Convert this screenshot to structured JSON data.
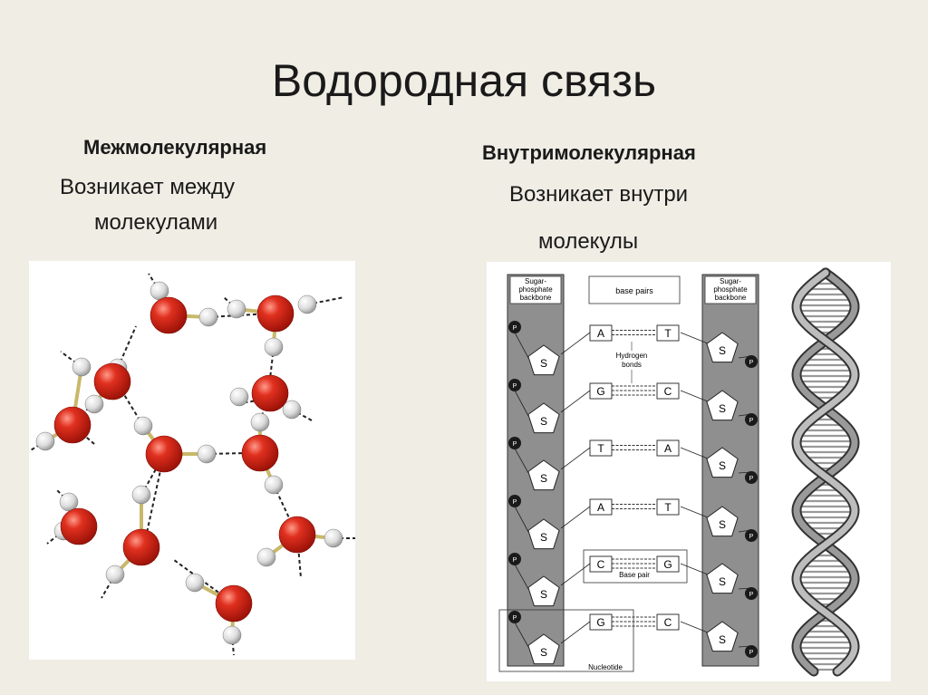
{
  "slide": {
    "title": "Водородная связь"
  },
  "left": {
    "heading": "Межмолекулярная",
    "line1": "Возникает между",
    "line2": "молекулами",
    "figure_icon": "water-molecules-hydrogen-bonds"
  },
  "right": {
    "heading": "Внутримолекулярная",
    "line1": "Возникает  внутри",
    "line2": "молекулы",
    "figure_icon": "dna-base-pairs-diagram"
  },
  "dna": {
    "backbone_label_1": "Sugar-",
    "backbone_label_2": "phosphate",
    "backbone_label_3": "backbone",
    "base_pairs_label": "base pairs",
    "hydrogen_label_1": "Hydrogen",
    "hydrogen_label_2": "bonds",
    "base_pair_label": "Base pair",
    "nucleotide_label": "Nucleotide",
    "sugar": "S",
    "phosphate": "P",
    "pairs": [
      {
        "left": "A",
        "right": "T"
      },
      {
        "left": "G",
        "right": "C"
      },
      {
        "left": "T",
        "right": "A"
      },
      {
        "left": "A",
        "right": "T"
      },
      {
        "left": "C",
        "right": "G"
      },
      {
        "left": "G",
        "right": "C"
      }
    ]
  },
  "colors": {
    "background": "#efede4",
    "oxygen": "#d8261a",
    "hydrogen": "#e4e4e4",
    "backbone": "#8f8f8f"
  }
}
